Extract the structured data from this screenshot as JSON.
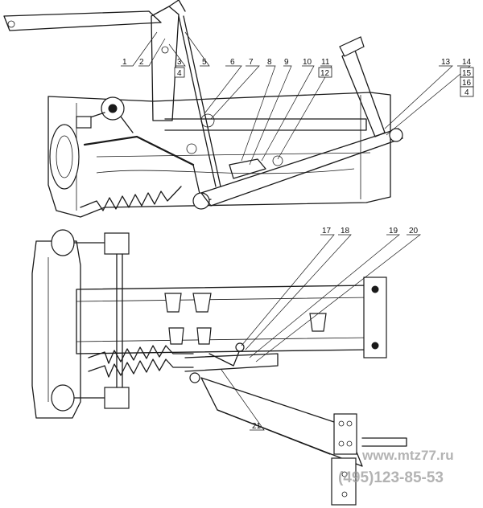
{
  "callouts": {
    "c1": "1",
    "c2": "2",
    "c3": "3",
    "c4a": "4",
    "c5": "5",
    "c6": "6",
    "c7": "7",
    "c8": "8",
    "c9": "9",
    "c10": "10",
    "c11": "11",
    "c12": "12",
    "c13": "13",
    "c14": "14",
    "c15": "15",
    "c16": "16",
    "c4b": "4",
    "c17": "17",
    "c18": "18",
    "c19": "19",
    "c20": "20",
    "c21": "21"
  },
  "watermark": {
    "site": "www.mtz77.ru",
    "phone": "(495)123-85-53"
  }
}
